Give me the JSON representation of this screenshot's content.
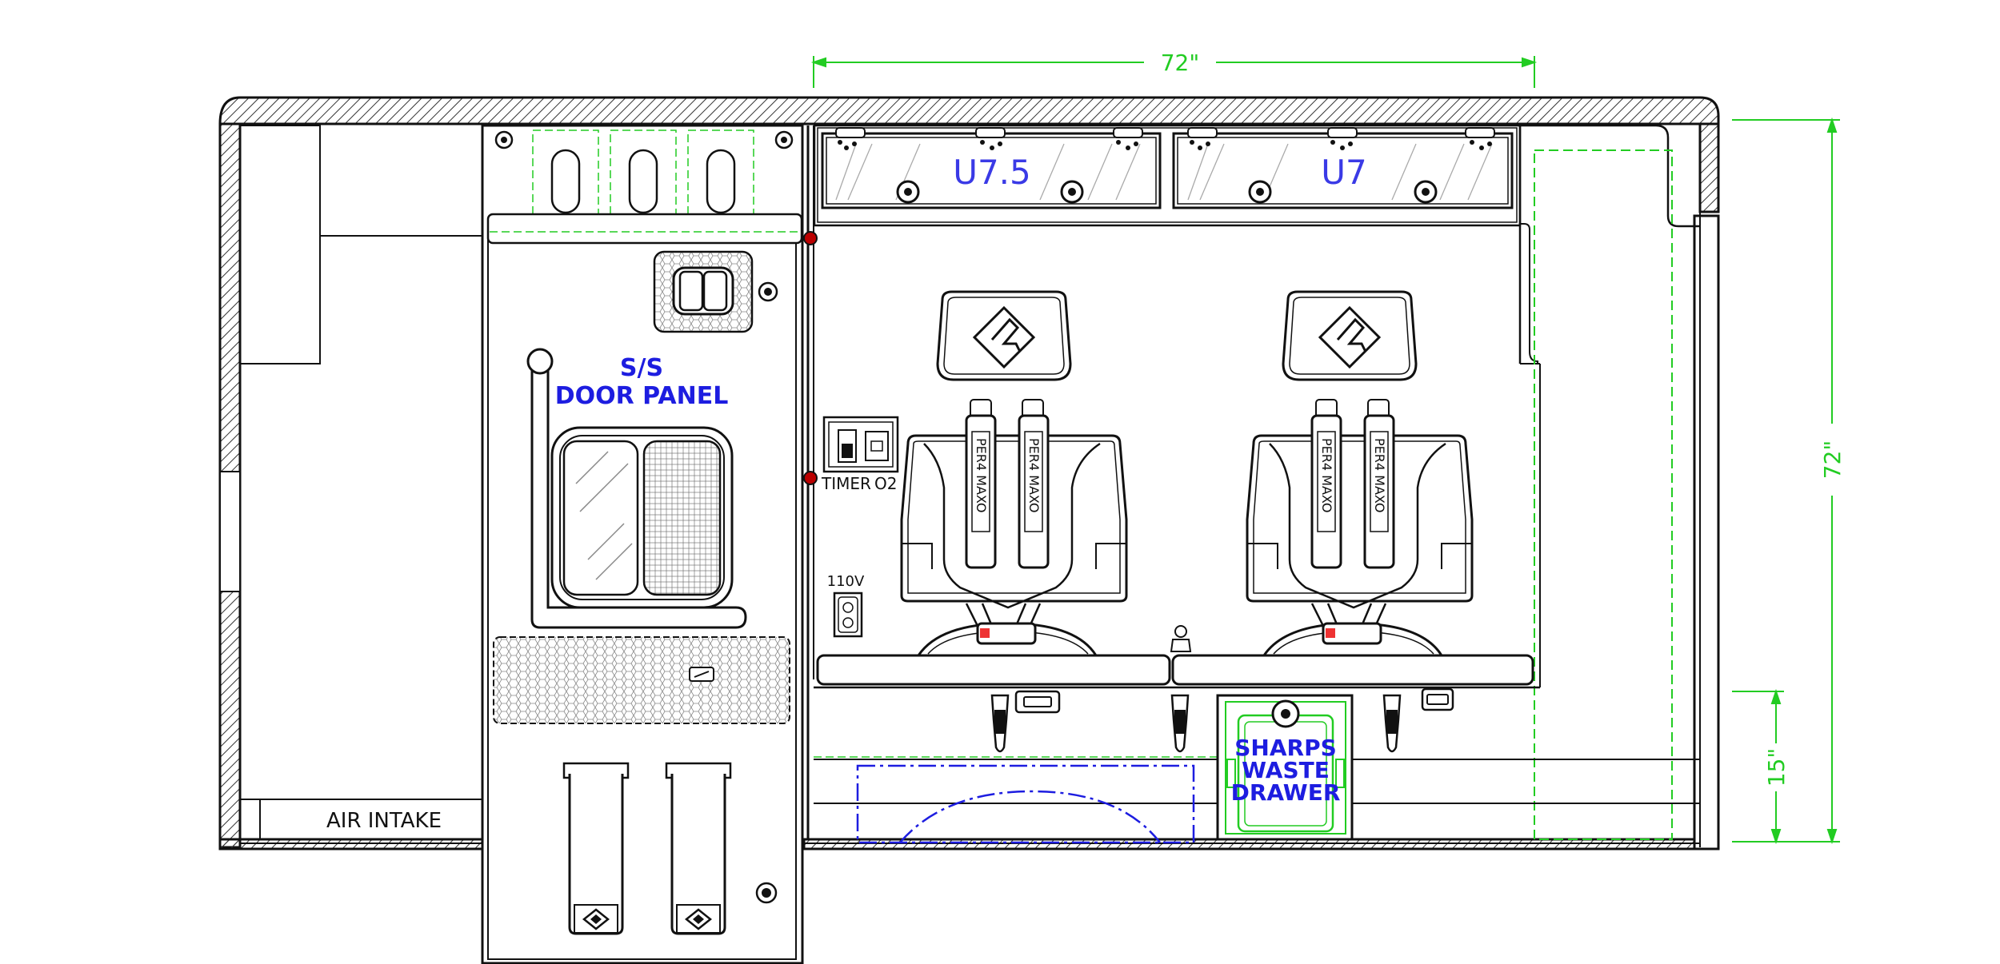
{
  "drawing": {
    "top_dimension": "72\"",
    "right_dimension": "72\"",
    "small_dimension": "15\"",
    "air_intake": "AIR INTAKE",
    "door_panel_line1": "S/S",
    "door_panel_line2": "DOOR PANEL",
    "cabinet_left": "U7.5",
    "cabinet_right": "U7",
    "timer_label": "TIMER",
    "o2_label": "O2",
    "outlet_label": "110V",
    "sharps_line1": "SHARPS",
    "sharps_line2": "WASTE",
    "sharps_line3": "DRAWER",
    "belt_label_1": "PER4 MAXO",
    "belt_label_2": "PER4 MAXO",
    "belt_label_3": "PER4 MAXO",
    "belt_label_4": "PER4 MAXO"
  },
  "colors": {
    "outline": "#111111",
    "dimension": "#22cc22",
    "label_blue": "#1d1de0",
    "hatch": "#333333"
  }
}
